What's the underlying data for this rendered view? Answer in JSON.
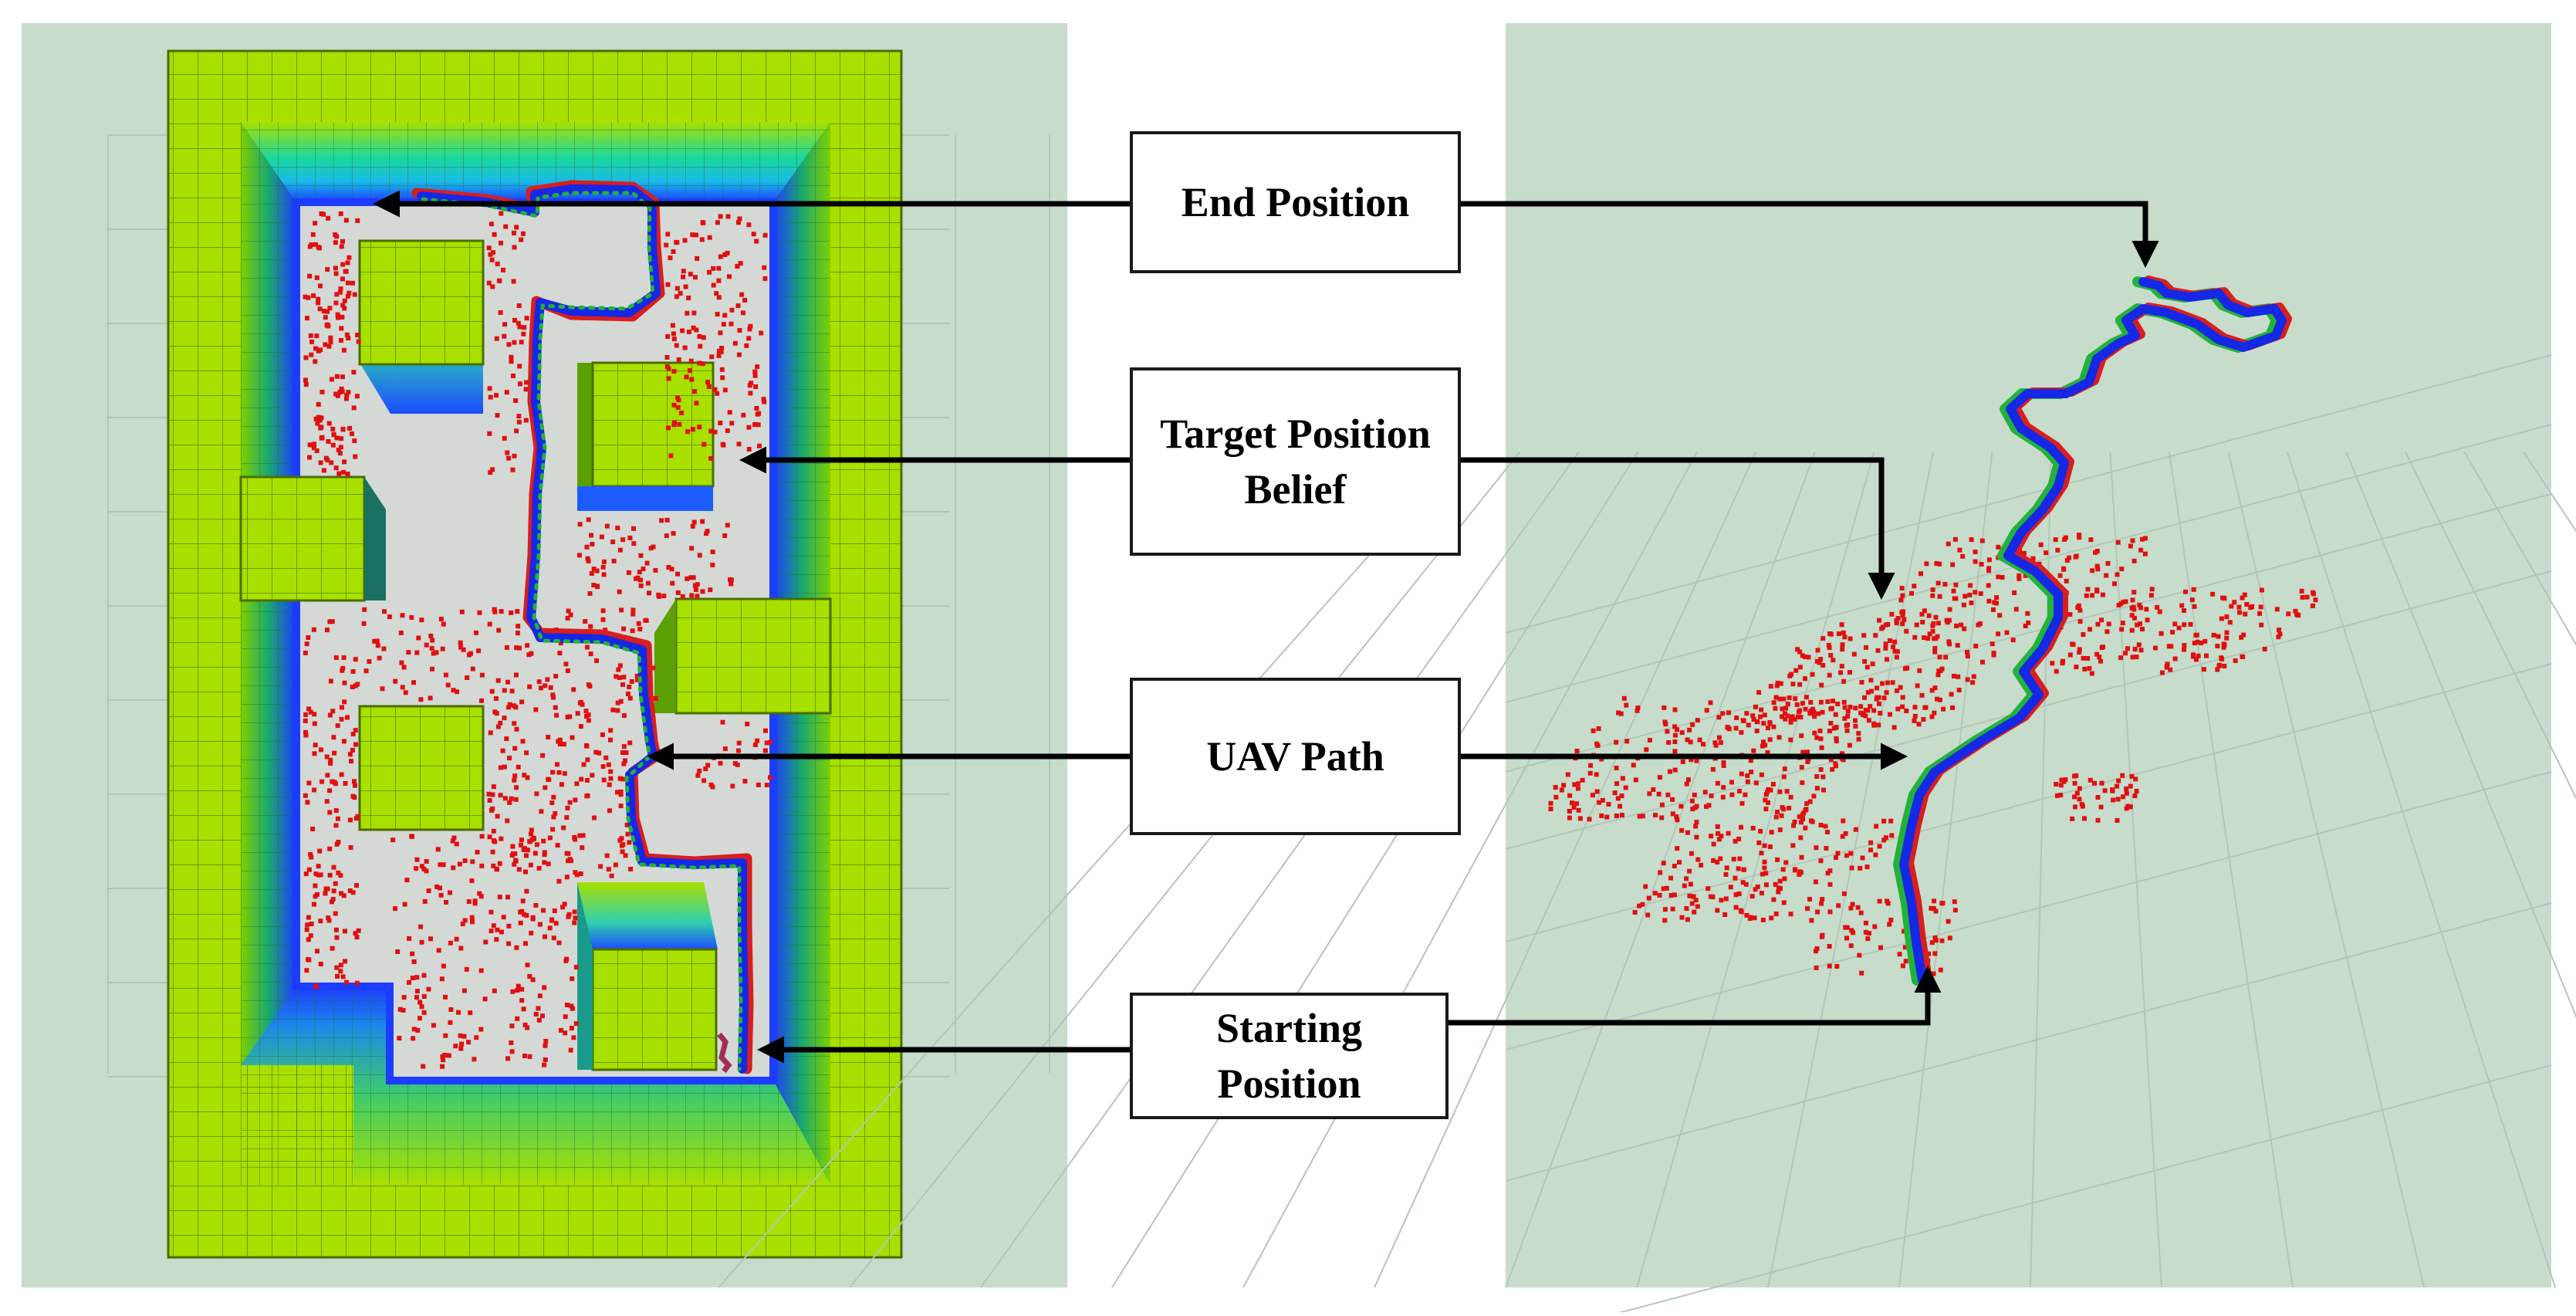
{
  "labels": {
    "end_position": "End Position",
    "target_position_belief_line1": "Target Position",
    "target_position_belief_line2": "Belief",
    "uav_path": "UAV Path",
    "starting_position_line1": "Starting",
    "starting_position_line2": "Position"
  },
  "colors": {
    "background_panel": "#c7dccb",
    "grid_line": "#b3c7b8",
    "wall_lime": "#a8e000",
    "wall_cell_edge": "#5a8a00",
    "wall_blue": "#1c3cff",
    "wall_cyan": "#19d9e0",
    "floor_gray": "#d4d9d6",
    "belief_particle": "#e01010",
    "path_blue": "#1428e6",
    "path_green": "#22b23a",
    "path_red": "#d81e1e",
    "arrow": "#000000"
  }
}
